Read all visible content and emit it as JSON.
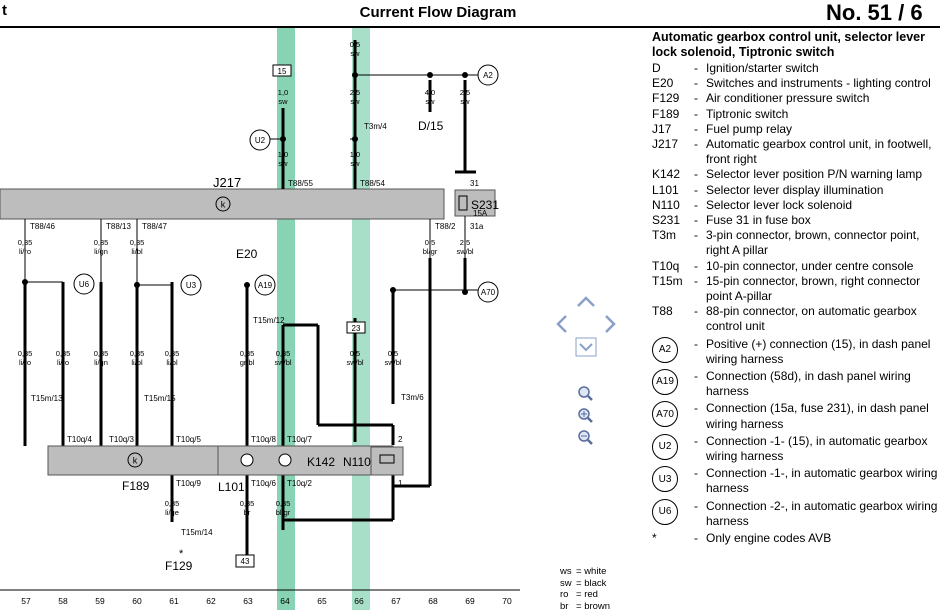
{
  "header": {
    "left_fragment": "t",
    "title": "Current Flow Diagram",
    "number": "No.  51 / 6"
  },
  "legend": {
    "title": "Automatic gearbox control unit, selector lever lock solenoid, Tiptronic switch",
    "items": [
      {
        "code": "D",
        "desc": "Ignition/starter switch"
      },
      {
        "code": "E20",
        "desc": "Switches and instruments - lighting control"
      },
      {
        "code": "F129",
        "desc": "Air conditioner pressure switch"
      },
      {
        "code": "F189",
        "desc": "Tiptronic switch"
      },
      {
        "code": "J17",
        "desc": "Fuel pump relay"
      },
      {
        "code": "J217",
        "desc": "Automatic gearbox control unit, in footwell, front right"
      },
      {
        "code": "K142",
        "desc": "Selector lever position P/N warning lamp"
      },
      {
        "code": "L101",
        "desc": "Selector lever display illumination"
      },
      {
        "code": "N110",
        "desc": "Selector lever lock solenoid"
      },
      {
        "code": "S231",
        "desc": "Fuse 31 in fuse box"
      },
      {
        "code": "T3m",
        "desc": "3-pin connector, brown, connector point, right A pillar"
      },
      {
        "code": "T10q",
        "desc": "10-pin connector, under centre console"
      },
      {
        "code": "T15m",
        "desc": "15-pin connector, brown, right connector point A-pillar"
      },
      {
        "code": "T88",
        "desc": "88-pin connector, on automatic gearbox control unit"
      }
    ],
    "connections": [
      {
        "code": "A2",
        "desc": "Positive (+) connection (15), in dash panel wiring harness"
      },
      {
        "code": "A19",
        "desc": "Connection (58d), in dash panel wiring harness"
      },
      {
        "code": "A70",
        "desc": "Connection (15a, fuse 231), in dash panel wiring harness"
      },
      {
        "code": "U2",
        "desc": "Connection -1- (15), in automatic gearbox wiring harness"
      },
      {
        "code": "U3",
        "desc": "Connection -1-, in automatic gearbox wiring harness"
      },
      {
        "code": "U6",
        "desc": "Connection -2-, in automatic gearbox wiring harness"
      }
    ],
    "footnote": {
      "code": "*",
      "desc": "Only engine codes AVB"
    }
  },
  "wire_colors": [
    {
      "code": "ws",
      "name": "white"
    },
    {
      "code": "sw",
      "name": "black"
    },
    {
      "code": "ro",
      "name": "red"
    },
    {
      "code": "br",
      "name": "brown"
    }
  ],
  "highlight_color": "#5fc49a",
  "labels": {
    "j217": "J217",
    "e20": "E20",
    "f189": "F189",
    "f129": "F129",
    "k142": "K142",
    "n110": "N110",
    "l101": "L101",
    "d15": "D/15",
    "s231": "S231",
    "s231_amp": "15A",
    "t3m4": "T3m/4",
    "t3m6": "T3m/6",
    "t15m12": "T15m/12",
    "t15m13": "T15m/13",
    "t15m14": "T15m/14",
    "t15m15": "T15m/15",
    "t88_55": "T88/55",
    "t88_54": "T88/54",
    "t88_46": "T88/46",
    "t88_13": "T88/13",
    "t88_47": "T88/47",
    "t88_2": "T88/2",
    "t10q4": "T10q/4",
    "t10q3": "T10q/3",
    "t10q5": "T10q/5",
    "t10q8": "T10q/8",
    "t10q7": "T10q/7",
    "t10q9": "T10q/9",
    "t10q6": "T10q/6",
    "t10q2": "T10q/2",
    "w31": "31",
    "w31a": "31a",
    "pin1": "1",
    "pin2": "2",
    "box15": "15",
    "box23": "23",
    "box43": "43",
    "star": "*",
    "k_symbol": "k"
  },
  "wires": [
    {
      "size": "0,5",
      "color": "sw"
    },
    {
      "size": "1,0",
      "color": "sw"
    },
    {
      "size": "2,5",
      "color": "sw"
    },
    {
      "size": "4,0",
      "color": "sw"
    },
    {
      "size": "2,5",
      "color": "sw"
    },
    {
      "size": "1,0",
      "color": "sw"
    },
    {
      "size": "1,0",
      "color": "sw"
    },
    {
      "size": "0,35",
      "color": "li/ro"
    },
    {
      "size": "0,35",
      "color": "li/gn"
    },
    {
      "size": "0,35",
      "color": "li/bl"
    },
    {
      "size": "0,5",
      "color": "bl/gr"
    },
    {
      "size": "2,5",
      "color": "sw/bl"
    },
    {
      "size": "0,35",
      "color": "li/ro"
    },
    {
      "size": "0,35",
      "color": "li/ro"
    },
    {
      "size": "0,35",
      "color": "li/gn"
    },
    {
      "size": "0,35",
      "color": "li/bl"
    },
    {
      "size": "0,35",
      "color": "li/bl"
    },
    {
      "size": "0,35",
      "color": "gr/bl"
    },
    {
      "size": "0,35",
      "color": "sw/bl"
    },
    {
      "size": "0,5",
      "color": "sw/bl"
    },
    {
      "size": "0,5",
      "color": "sw/bl"
    },
    {
      "size": "0,35",
      "color": "li/ge"
    },
    {
      "size": "0,35",
      "color": "br"
    },
    {
      "size": "0,35",
      "color": "bl/gr"
    }
  ],
  "column_numbers": [
    "57",
    "58",
    "59",
    "60",
    "61",
    "62",
    "63",
    "64",
    "65",
    "66",
    "67",
    "68",
    "69",
    "70"
  ]
}
